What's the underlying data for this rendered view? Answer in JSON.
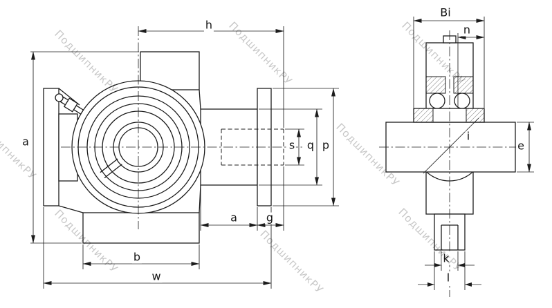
{
  "watermark": {
    "text": "ПодшипникРУ"
  },
  "front_view": {
    "labels": {
      "h": "h",
      "a_side": "a",
      "s": "s",
      "q": "q",
      "p": "p",
      "a_bottom": "a",
      "g": "g",
      "b": "b",
      "w": "w"
    }
  },
  "side_view": {
    "labels": {
      "bi": "Bi",
      "n": "n",
      "i": "i",
      "e": "e",
      "k": "k",
      "l": "l"
    }
  },
  "colors": {
    "line": "#1c1c1c",
    "watermark": "rgba(0,0,0,0.22)",
    "background": "#ffffff"
  }
}
